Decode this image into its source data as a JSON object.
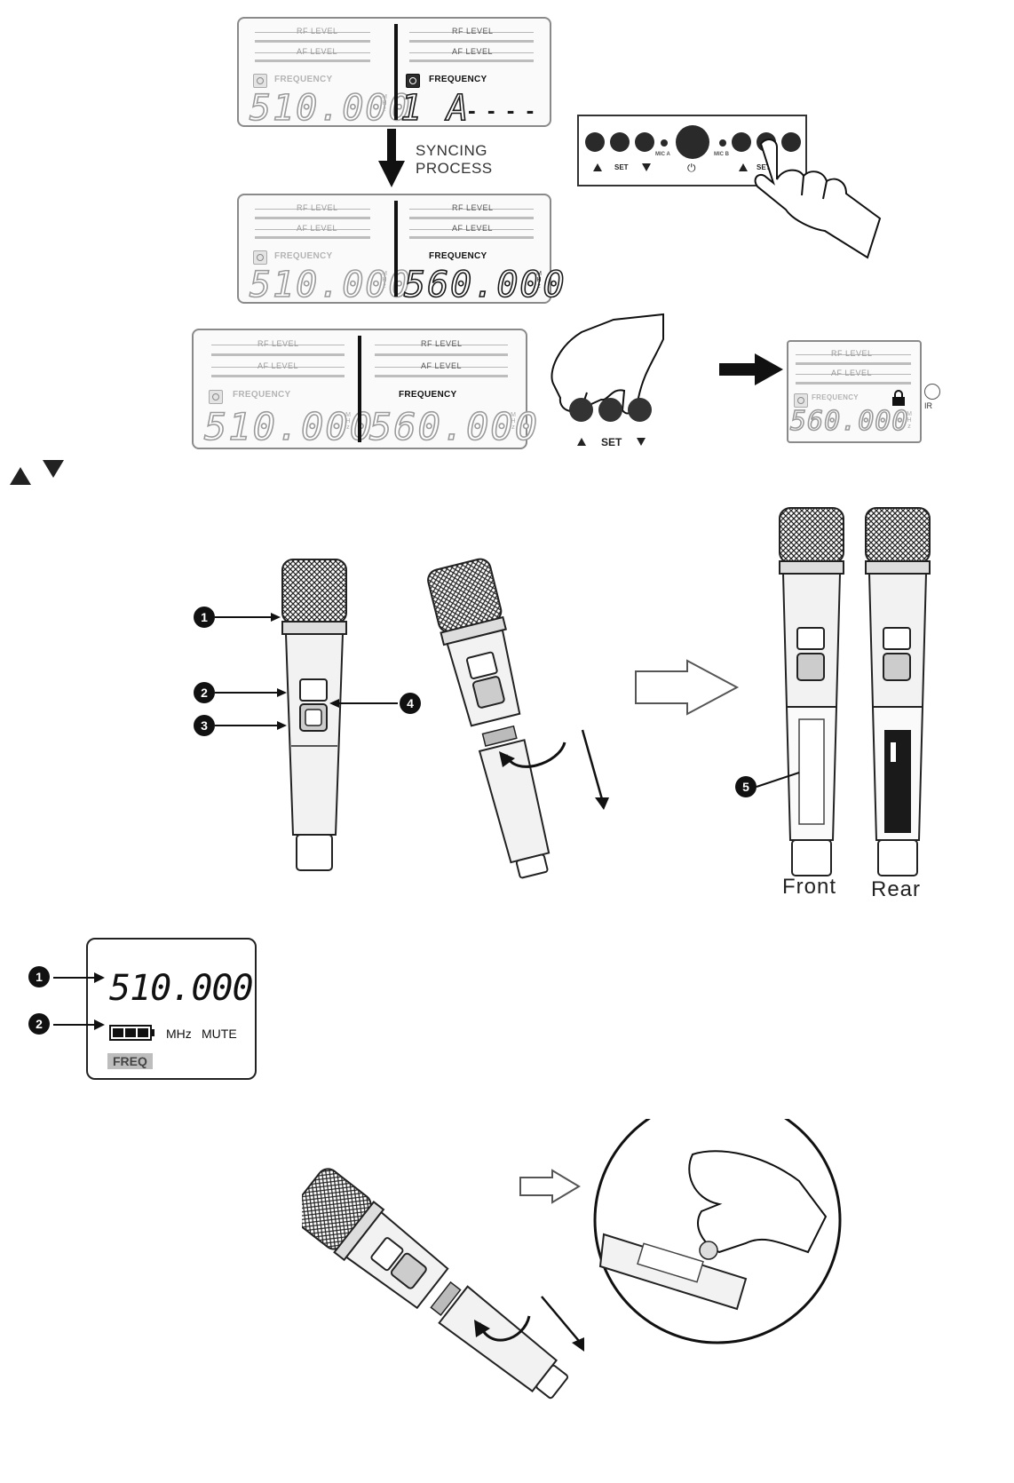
{
  "lcd_text": {
    "rf_level": "RF LEVEL",
    "af_level": "AF LEVEL",
    "frequency": "FREQUENCY",
    "mhz": "MHz"
  },
  "step1": {
    "left_freq": "510.000",
    "right_code": "1 A",
    "right_dashes": "- - - -"
  },
  "sync": {
    "line1": "SYNCING",
    "line2": "PROCESS"
  },
  "step2": {
    "left_freq": "510.000",
    "right_freq": "560.000"
  },
  "step3": {
    "left_freq": "510.000",
    "right_freq": "560.000",
    "result_freq": "560.000",
    "ir_label": "IR"
  },
  "panel": {
    "set_left": "SET",
    "set_right": "SET",
    "mic_a": "MIC A",
    "mic_b": "MIC B"
  },
  "hand_buttons": {
    "set_label": "SET"
  },
  "mic_callouts": [
    "1",
    "2",
    "3",
    "4",
    "5"
  ],
  "mic_captions": {
    "front": "Front",
    "rear": "Rear"
  },
  "mic_display": {
    "frequency": "510.000",
    "unit": "MHz",
    "mute": "MUTE",
    "freq_tag": "FREQ",
    "callouts": [
      "1",
      "2"
    ]
  },
  "icons": [
    "up-triangle-icon",
    "down-triangle-icon",
    "power-icon",
    "lock-icon",
    "arrow-icon",
    "hand-icon",
    "microphone-icon",
    "battery-icon"
  ]
}
